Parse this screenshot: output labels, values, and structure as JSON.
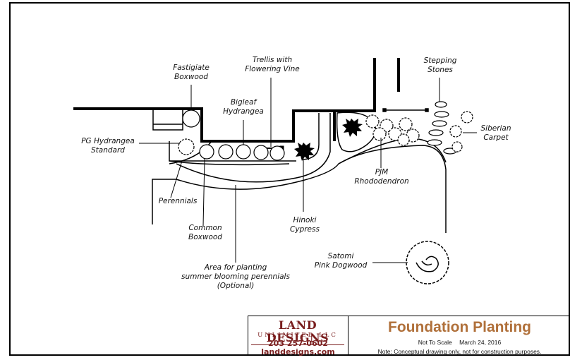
{
  "labels": {
    "fastigiate_boxwood": "Fastigiate\nBoxwood",
    "trellis": "Trellis with\nFlowering Vine",
    "stepping_stones": "Stepping\nStones",
    "bigleaf_hydrangea": "Bigleaf\nHydrangea",
    "pg_hydrangea": "PG Hydrangea\nStandard",
    "siberian_carpet": "Siberian\nCarpet",
    "pjm_rhododendron": "PJM\nRhododendron",
    "perennials": "Perennials",
    "common_boxwood": "Common\nBoxwood",
    "hinoki_cypress": "Hinoki\nCypress",
    "satomi_dogwood": "Satomi\nPink Dogwood",
    "planting_area": "Area for planting\nsummer blooming perennials\n(Optional)"
  },
  "title_block": {
    "logo_main": "LAND DESIGNS",
    "logo_sub": "UNLIMITED LLC",
    "phone": "203 257-0602",
    "website": "landdesigns.com",
    "title": "Foundation Planting",
    "scale": "Not To Scale",
    "date": "March 24, 2016",
    "note": "Note: Conceptual drawing only, not for construction purposes."
  },
  "colors": {
    "logo": "#7a1f1f",
    "title": "#b0703a",
    "ink": "#000000"
  }
}
